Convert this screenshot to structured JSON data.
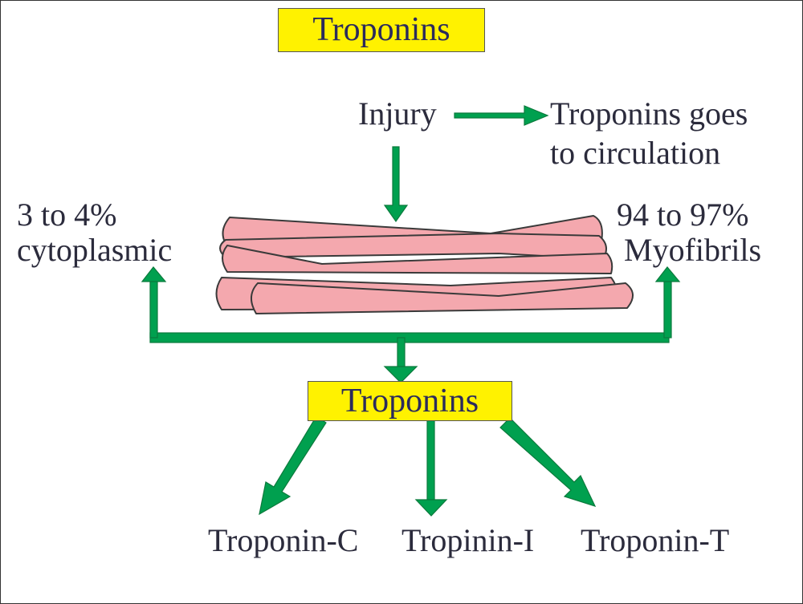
{
  "title_box": "Troponins",
  "injury_label": "Injury",
  "circulation_line1": "Troponins goes",
  "circulation_line2": "to circulation",
  "cytoplasmic_line1": "3 to 4%",
  "cytoplasmic_line2": "cytoplasmic",
  "myofibrils_line1": "94 to 97%",
  "myofibrils_line2": "Myofibrils",
  "center_box": "Troponins",
  "types": [
    "Troponin-C",
    "Tropinin-I",
    "Troponin-T"
  ],
  "colors": {
    "arrow": "#00a04f",
    "box_fill": "#fff200",
    "fiber_fill": "#f4a8ae",
    "fiber_stroke": "#3a3a3a",
    "text": "#2b2b3c"
  }
}
